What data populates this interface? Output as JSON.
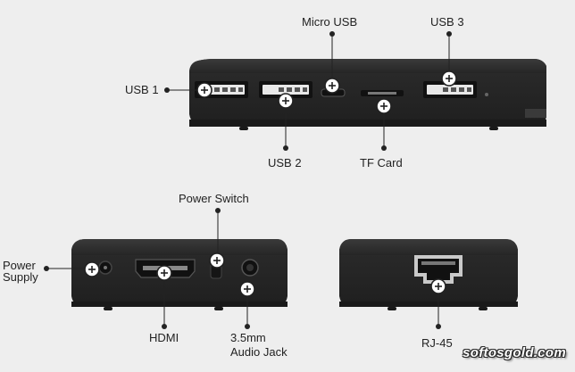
{
  "colors": {
    "background": "#eeeeee",
    "device": "#2b2b2b",
    "port": "#111111",
    "marker": "#ffffff",
    "line": "#222222"
  },
  "labels": {
    "usb1": "USB 1",
    "usb2": "USB 2",
    "micro_usb": "Micro USB",
    "usb3": "USB 3",
    "tf_card": "TF Card",
    "power_switch": "Power Switch",
    "power_supply_line1": "Power",
    "power_supply_line2": "Supply",
    "hdmi": "HDMI",
    "audio_line1": "3.5mm",
    "audio_line2": "Audio Jack",
    "rj45": "RJ-45"
  },
  "watermark": "softosgold.com"
}
